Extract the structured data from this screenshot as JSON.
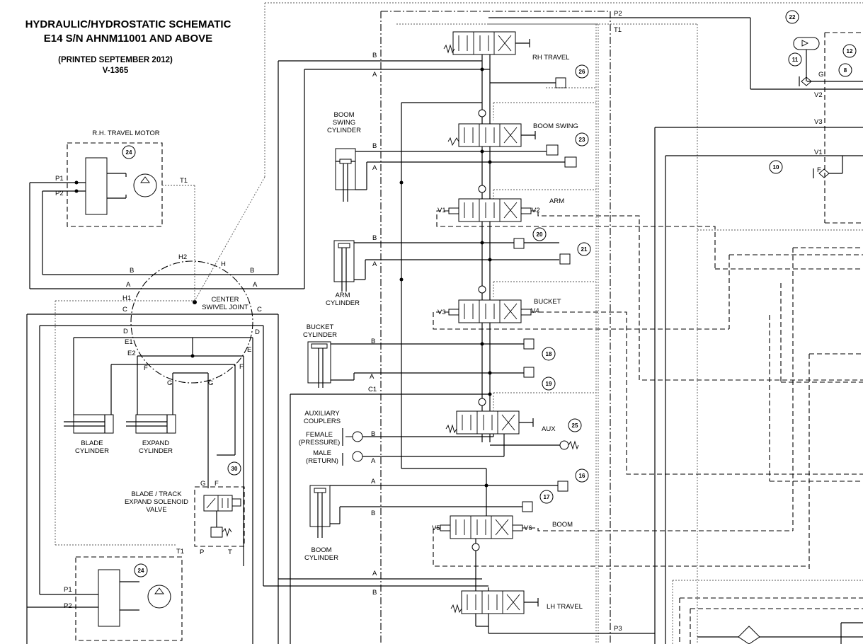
{
  "header": {
    "title_line1": "HYDRAULIC/HYDROSTATIC SCHEMATIC",
    "title_line2": "E14 S/N AHNM11001 AND ABOVE",
    "printed": "(PRINTED SEPTEMBER 2012)",
    "code": "V-1365"
  },
  "components": {
    "rh_travel_motor": "R.H. TRAVEL MOTOR",
    "boom_swing_cylinder": [
      "BOOM",
      "SWING",
      "CYLINDER"
    ],
    "arm_cylinder": [
      "ARM",
      "CYLINDER"
    ],
    "bucket_cylinder": [
      "BUCKET",
      "CYLINDER"
    ],
    "aux_couplers": [
      "AUXILIARY",
      "COUPLERS"
    ],
    "female": [
      "FEMALE",
      "(PRESSURE)"
    ],
    "male": [
      "MALE",
      "(RETURN)"
    ],
    "boom_cylinder": [
      "BOOM",
      "CYLINDER"
    ],
    "blade_cylinder": [
      "BLADE",
      "CYLINDER"
    ],
    "expand_cylinder": [
      "EXPAND",
      "CYLINDER"
    ],
    "solenoid_valve": [
      "BLADE / TRACK",
      "EXPAND SOLENOID",
      "VALVE"
    ],
    "center_swivel": [
      "CENTER",
      "SWIVEL JOINT"
    ]
  },
  "valve_sections": {
    "rh_travel": "RH TRAVEL",
    "boom_swing": "BOOM SWING",
    "arm": "ARM",
    "bucket": "BUCKET",
    "aux": "AUX",
    "boom": "BOOM",
    "lh_travel": "LH TRAVEL"
  },
  "port_labels": {
    "P1": "P1",
    "P2": "P2",
    "P3": "P3",
    "T1": "T1",
    "A": "A",
    "B": "B",
    "C": "C",
    "C1": "C1",
    "D": "D",
    "E": "E",
    "E1": "E1",
    "E2": "E2",
    "F": "F",
    "G": "G",
    "H": "H",
    "H1": "H1",
    "H2": "H2",
    "P": "P",
    "T": "T",
    "V1": "V1",
    "V2": "V2",
    "V3": "V3",
    "V4": "V4",
    "V5": "V5",
    "V6": "V6"
  },
  "callouts": [
    "8",
    "10",
    "11",
    "12",
    "16",
    "17",
    "18",
    "19",
    "20",
    "21",
    "22",
    "23",
    "24",
    "25",
    "26",
    "30"
  ]
}
